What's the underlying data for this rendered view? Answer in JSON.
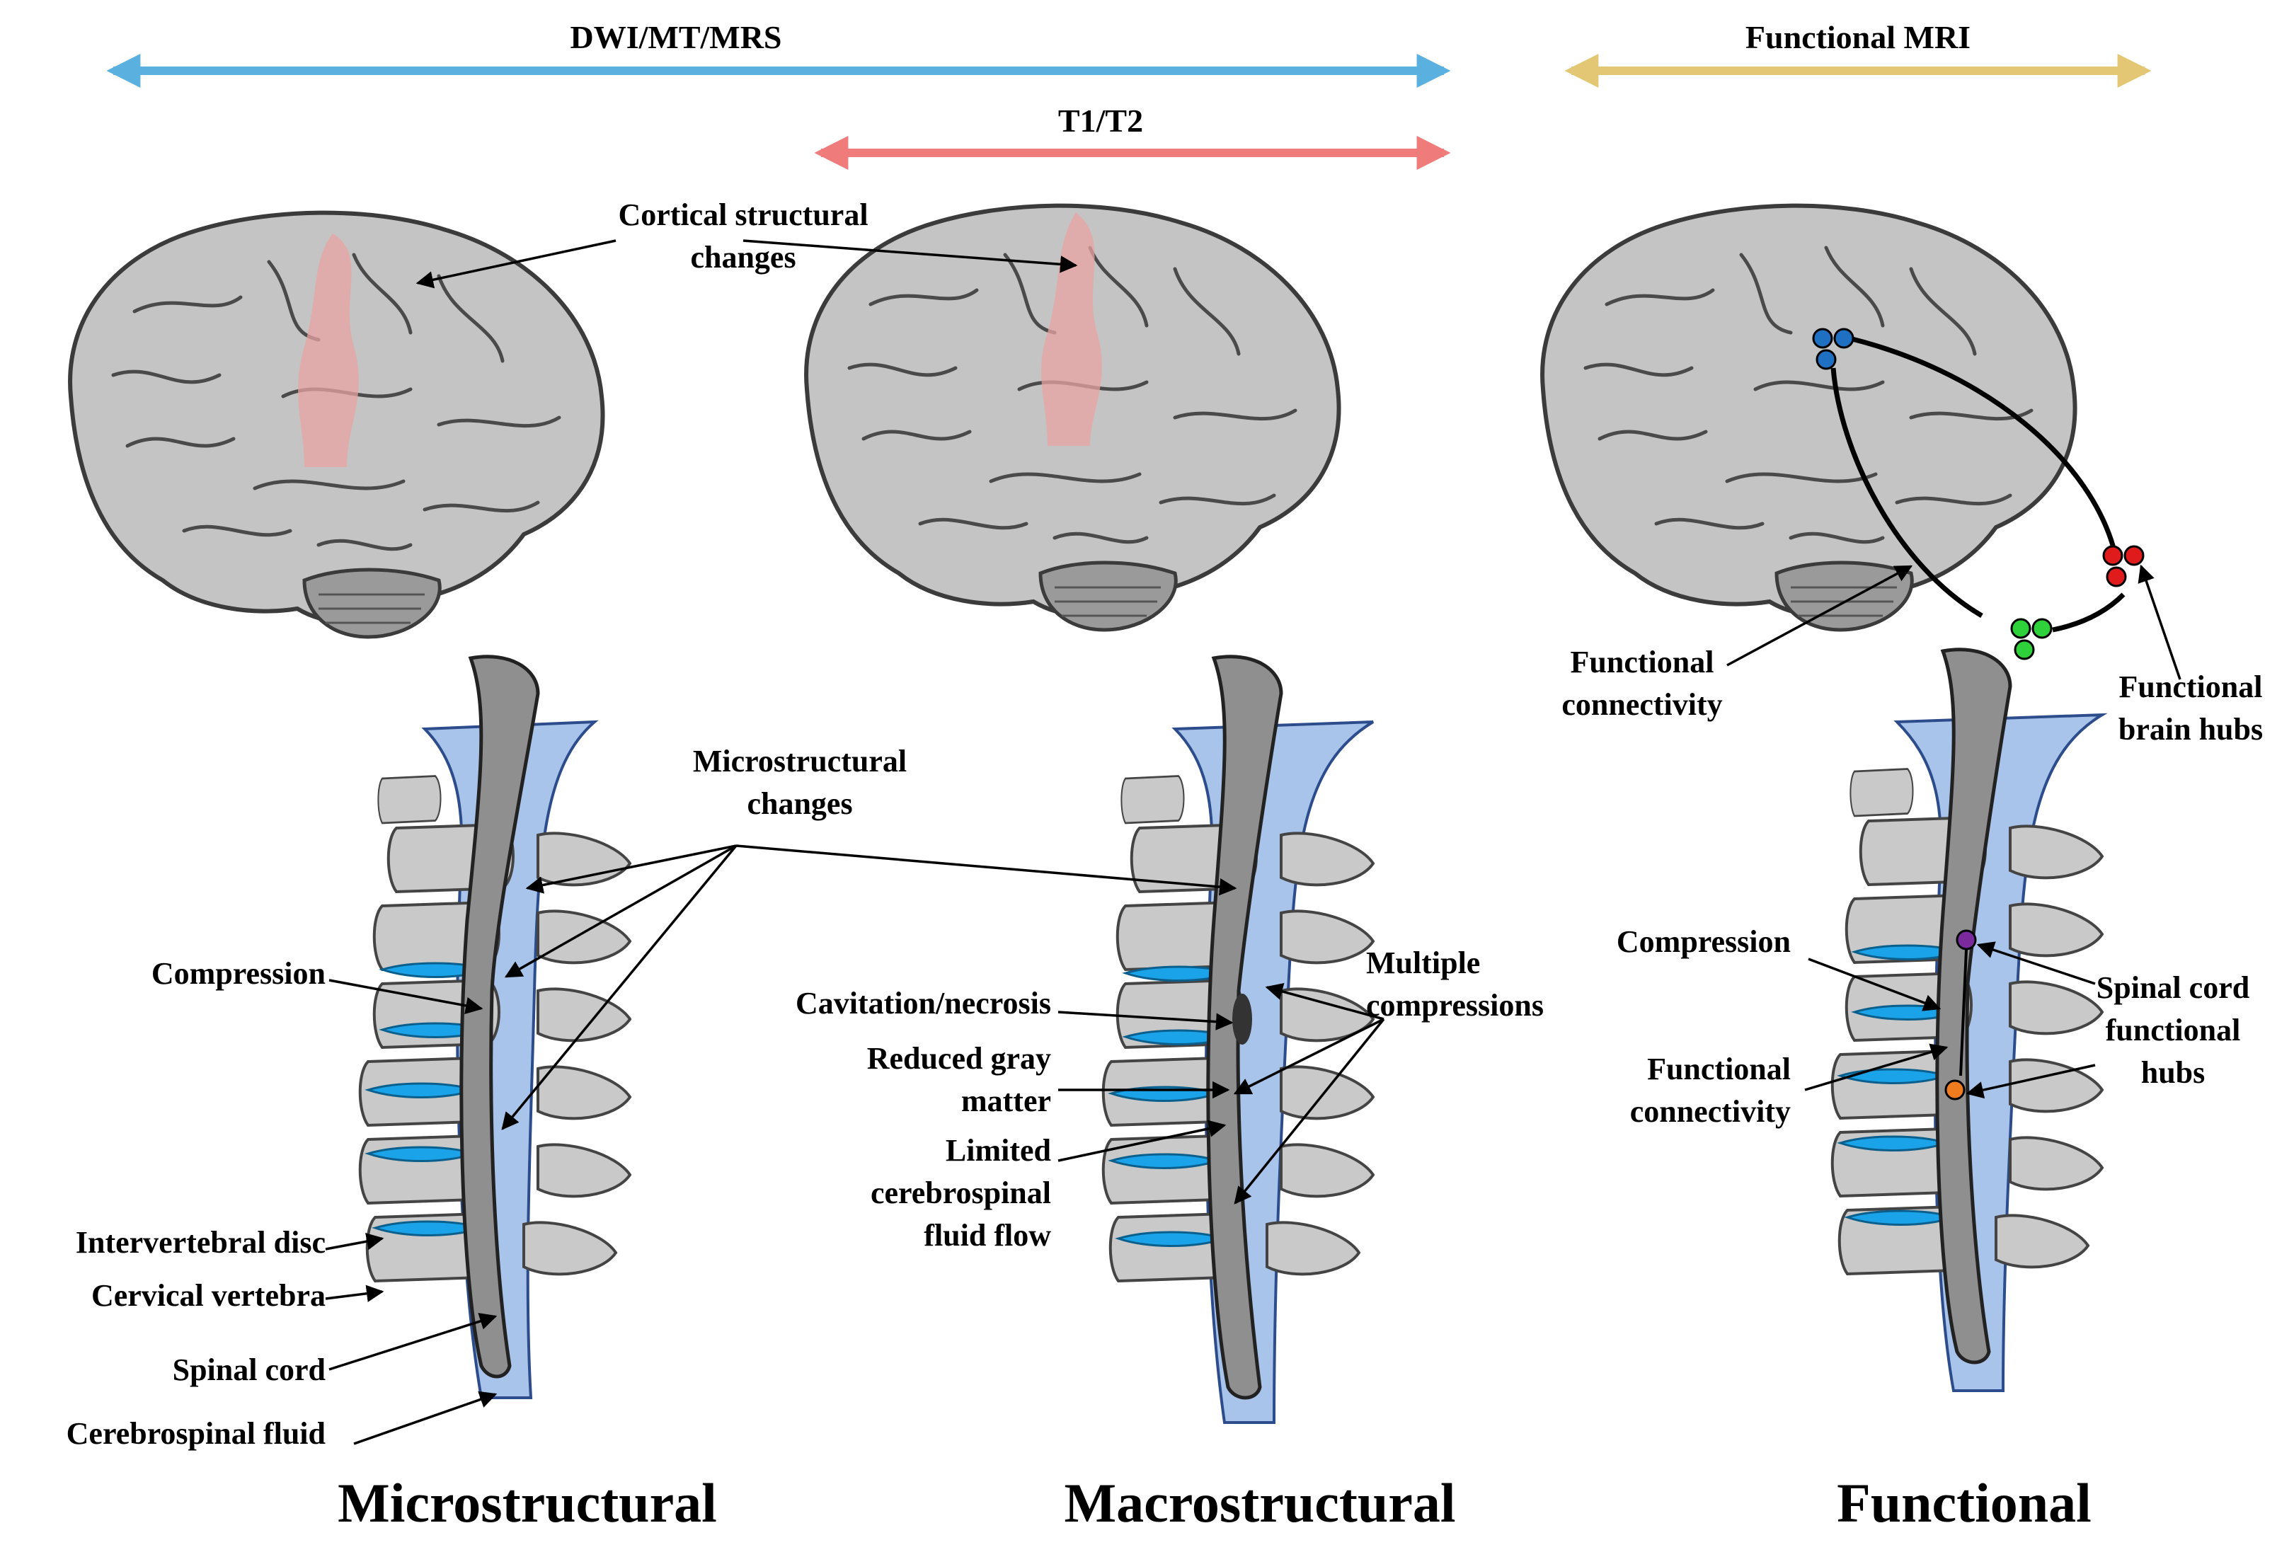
{
  "top_bars": {
    "dwi": "DWI/MT/MRS",
    "t1t2": "T1/T2",
    "fmri": "Functional MRI"
  },
  "colors": {
    "dwi_bar": "#5ab0de",
    "t1t2_bar": "#ef7b7b",
    "fmri_bar": "#e3c774",
    "brain": "#c4c4c4",
    "cortex_highlight": "#e9a3a3",
    "vertebra": "#c9c9c9",
    "disc": "#1aa3e8",
    "csf": "#a9c4ea",
    "cord": "#8f8f8f",
    "hub_blue": "#1f6fc2",
    "hub_red": "#e01b1b",
    "hub_green": "#2fd13a",
    "hub_purple": "#7a2a9c",
    "hub_orange": "#ef7d1f"
  },
  "labels": {
    "cortical_line1": "Cortical structural",
    "cortical_line2": "changes",
    "micro_line1": "Microstructural",
    "micro_line2": "changes",
    "compression": "Compression",
    "intervertebral_disc": "Intervertebral disc",
    "cervical_vertebra": "Cervical vertebra",
    "spinal_cord": "Spinal cord",
    "cerebrospinal_fluid": "Cerebrospinal fluid",
    "cavitation": "Cavitation/necrosis",
    "reduced_line1": "Reduced gray",
    "reduced_line2": "matter",
    "limited_line1": "Limited",
    "limited_line2": "cerebrospinal",
    "limited_line3": "fluid flow",
    "multiple_line1": "Multiple",
    "multiple_line2": "compressions",
    "fc_brain_line1": "Functional",
    "fc_brain_line2": "connectivity",
    "hubs_brain_line1": "Functional",
    "hubs_brain_line2": "brain hubs",
    "compression_fn": "Compression",
    "fc_cord_line1": "Functional",
    "fc_cord_line2": "connectivity",
    "sc_hubs_line1": "Spinal cord",
    "sc_hubs_line2": "functional",
    "sc_hubs_line3": "hubs"
  },
  "panel_titles": {
    "micro": "Microstructural",
    "macro": "Macrostructural",
    "functional": "Functional"
  }
}
